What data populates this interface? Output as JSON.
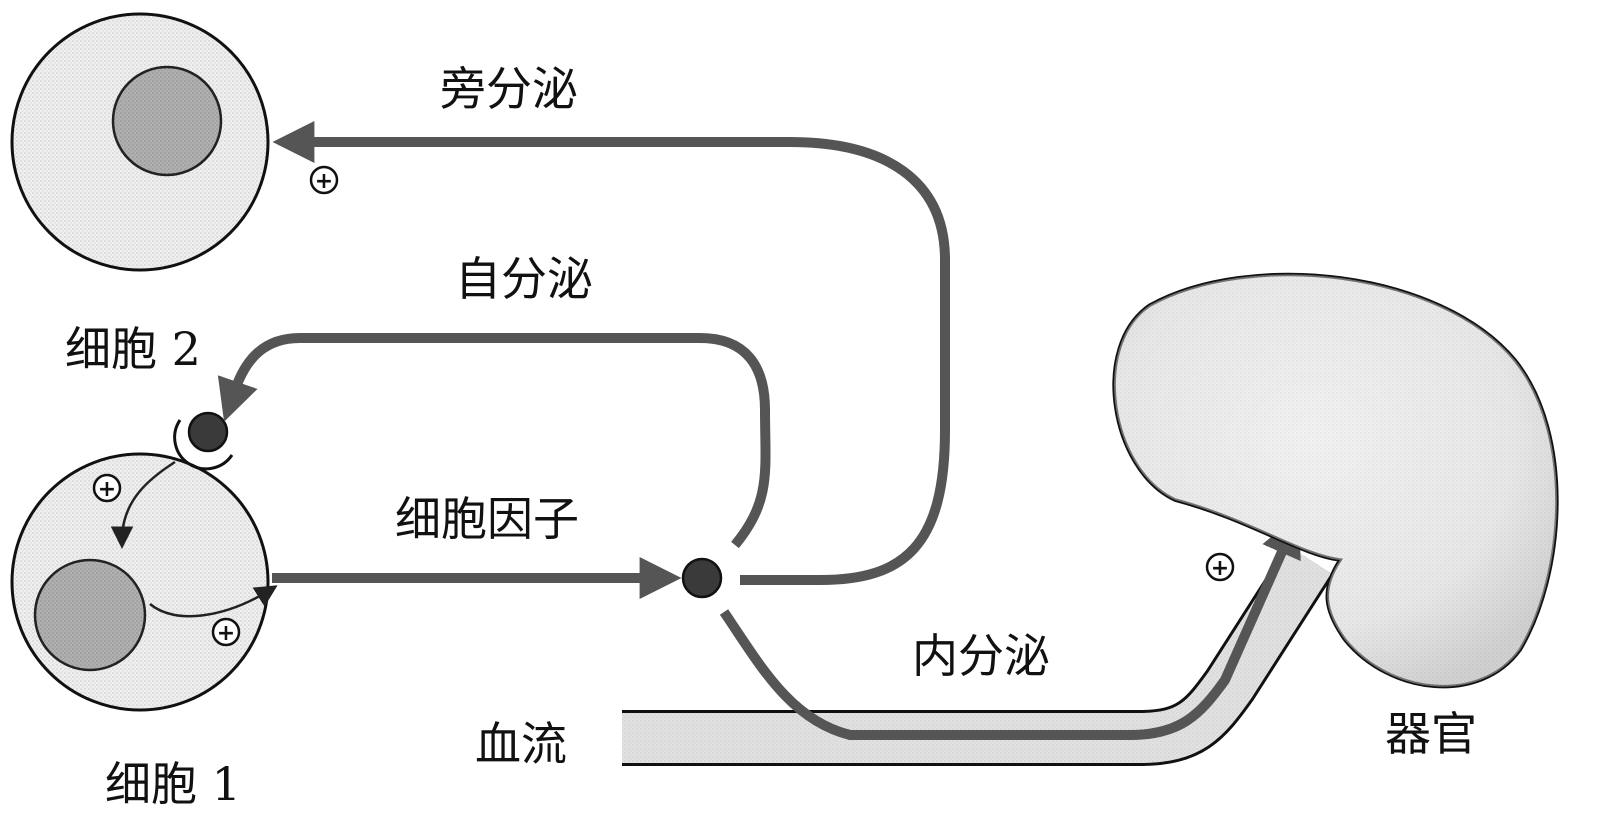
{
  "labels": {
    "paracrine": "旁分泌",
    "autocrine": "自分泌",
    "cell2": "细胞 2",
    "cytokine": "细胞因子",
    "endocrine": "内分泌",
    "bloodstream": "血流",
    "organ": "器官",
    "cell1": "细胞 1"
  },
  "symbols": {
    "plus": "+"
  },
  "colors": {
    "arrow": "#555555",
    "cell_fill": "#e9e9e9",
    "nucleus_fill": "#a8a8a8",
    "molecule_fill": "#3a3a3a",
    "stroke": "#111111",
    "blood_fill": "#d8d8d8"
  }
}
